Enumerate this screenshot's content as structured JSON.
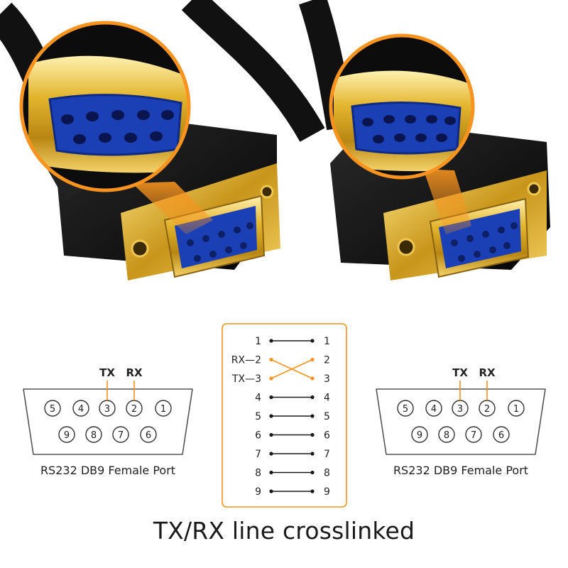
{
  "colors": {
    "accent": "#f7931e",
    "gold": "#d9a520",
    "pin_blue": "#1b3fb5",
    "connector_black": "#151515",
    "line_black": "#1a1a1a"
  },
  "left_port": {
    "pins_top": [
      "5",
      "4",
      "3",
      "2",
      "1"
    ],
    "pins_bottom": [
      "9",
      "8",
      "7",
      "6"
    ],
    "tx_label": "TX",
    "rx_label": "RX",
    "caption": "RS232 DB9 Female Port"
  },
  "right_port": {
    "pins_top": [
      "5",
      "4",
      "3",
      "2",
      "1"
    ],
    "pins_bottom": [
      "9",
      "8",
      "7",
      "6"
    ],
    "tx_label": "TX",
    "rx_label": "RX",
    "caption": "RS232 DB9 Female Port"
  },
  "wiring": {
    "rows": [
      {
        "left": "1",
        "right": "1",
        "prefix": "",
        "crossed": false
      },
      {
        "left": "2",
        "right": "2",
        "prefix": "RX",
        "crossed": true
      },
      {
        "left": "3",
        "right": "3",
        "prefix": "TX",
        "crossed": true
      },
      {
        "left": "4",
        "right": "4",
        "prefix": "",
        "crossed": false
      },
      {
        "left": "5",
        "right": "5",
        "prefix": "",
        "crossed": false
      },
      {
        "left": "6",
        "right": "6",
        "prefix": "",
        "crossed": false
      },
      {
        "left": "7",
        "right": "7",
        "prefix": "",
        "crossed": false
      },
      {
        "left": "8",
        "right": "8",
        "prefix": "",
        "crossed": false
      },
      {
        "left": "9",
        "right": "9",
        "prefix": "",
        "crossed": false
      }
    ]
  },
  "title": "TX/RX line crosslinked"
}
